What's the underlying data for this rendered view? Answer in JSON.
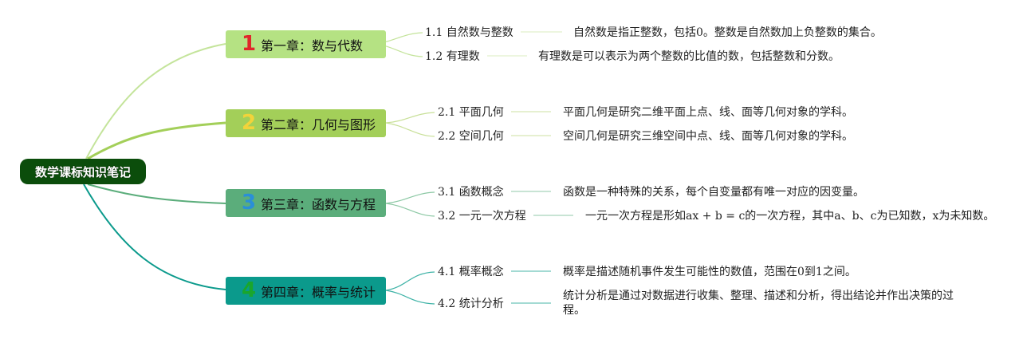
{
  "root": {
    "title": "数学课标知识笔记"
  },
  "colors": {
    "root_bg": "#0b4d0b",
    "chapter1": "#b5e283",
    "chapter2": "#a3cf59",
    "chapter3": "#5bad7b",
    "chapter4": "#0b9a8c",
    "num1": "#e0262a",
    "num2": "#f2d33a",
    "num3": "#2a8fd8",
    "num4": "#1aa62c"
  },
  "chapters": [
    {
      "number": "1",
      "label": "第一章：数与代数",
      "sections": [
        {
          "label": "1.1 自然数与整数",
          "description": "自然数是指正整数，包括0。整数是自然数加上负整数的集合。"
        },
        {
          "label": "1.2 有理数",
          "description": "有理数是可以表示为两个整数的比值的数，包括整数和分数。"
        }
      ]
    },
    {
      "number": "2",
      "label": "第二章：几何与图形",
      "sections": [
        {
          "label": "2.1 平面几何",
          "description": "平面几何是研究二维平面上点、线、面等几何对象的学科。"
        },
        {
          "label": "2.2 空间几何",
          "description": "空间几何是研究三维空间中点、线、面等几何对象的学科。"
        }
      ]
    },
    {
      "number": "3",
      "label": "第三章：函数与方程",
      "sections": [
        {
          "label": "3.1 函数概念",
          "description": "函数是一种特殊的关系，每个自变量都有唯一对应的因变量。"
        },
        {
          "label": "3.2 一元一次方程",
          "description": "一元一次方程是形如ax + b = c的一次方程，其中a、b、c为已知数，x为未知数。"
        }
      ]
    },
    {
      "number": "4",
      "label": "第四章：概率与统计",
      "sections": [
        {
          "label": "4.1 概率概念",
          "description": "概率是描述随机事件发生可能性的数值，范围在0到1之间。"
        },
        {
          "label": "4.2 统计分析",
          "description": "统计分析是通过对数据进行收集、整理、描述和分析，得出结论并作出决策的过程。"
        }
      ]
    }
  ]
}
